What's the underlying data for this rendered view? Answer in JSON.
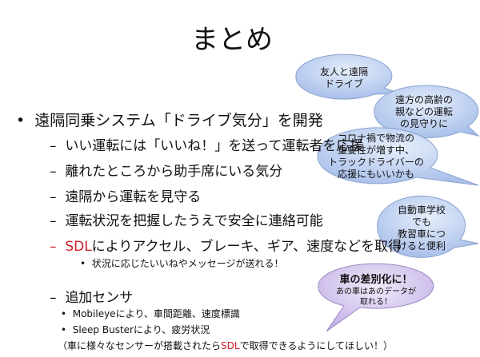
{
  "title": "まとめ",
  "main": {
    "text": "遠隔同乗システム「ドライブ気分」を開発",
    "subs": [
      "いい運転には「いいね！」を送って運転者を応援",
      "離れたところから助手席にいる気分",
      "遠隔から運転を見守る",
      "運転状況を把握したうえで安全に連絡可能"
    ]
  },
  "sdl": {
    "red": "SDL",
    "rest": "によりアクセル、ブレーキ、ギア、速度などを取得",
    "note": "状況に応じたいいねやメッセージが送れる！"
  },
  "sensor": {
    "label": "追加センサ",
    "items": [
      "Mobileyeにより、車間距離、速度標識",
      "Sleep Busterにより、疲労状況"
    ],
    "paren_pre": "（車に様々なセンサーが搭載されたら",
    "paren_red": "SDL",
    "paren_post": "で取得できるようにしてほしい！）"
  },
  "bubbles": [
    {
      "lines": [
        "友人と遠隔",
        "ドライブ"
      ]
    },
    {
      "lines": [
        "遠方の高齢の",
        "親などの運転",
        "の見守りに"
      ]
    },
    {
      "lines": [
        "コロナ禍で物流の",
        "重要性が増す中、",
        "トラックドライバーの",
        "応援にもいいかも"
      ]
    },
    {
      "lines": [
        "自動車学校",
        "でも",
        "教習車につ",
        "けると便利"
      ]
    },
    {
      "lines": [
        "車の差別化に！",
        "あの車はあのデータが",
        "取れる！"
      ]
    }
  ],
  "colors": {
    "bubble_blue": "#b9cdef",
    "bubble_purple": "#d3c6ec",
    "red": "#d0202a"
  }
}
